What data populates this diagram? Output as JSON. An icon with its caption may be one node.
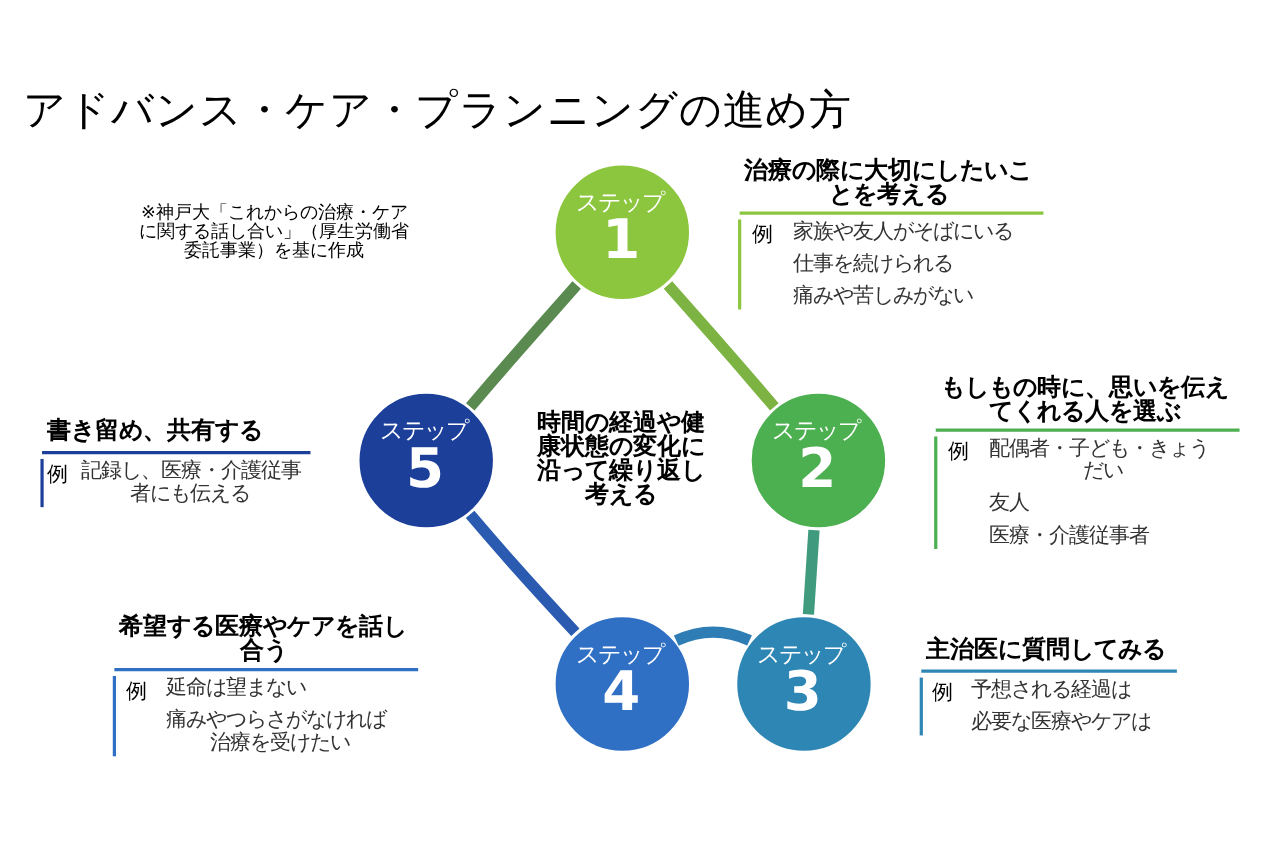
{
  "diagram": {
    "title": "アドバンス・ケア・プランニングの進め方",
    "nodes": [
      {
        "text": [
          "ステップ",
          "1"
        ],
        "beside": [
          "治療の際に大切にしたいことを考える",
          "例",
          "家族や友人がそばにいる",
          "仕事を続けられる",
          "痛みや苦しみがない"
        ]
      },
      {
        "text": [
          "ステップ",
          "2"
        ],
        "beside": [
          "もしもの時に、思いを伝えてくれる人を選ぶ",
          "例",
          "配偶者・子ども・きょうだい",
          "友人",
          "医療・介護従事者"
        ]
      },
      {
        "text": [
          "ステップ",
          "3"
        ],
        "beside": [
          "主治医に質問してみる",
          "例",
          "予想される経過は",
          "必要な医療やケアは"
        ]
      },
      {
        "text": [
          "ステップ",
          "4"
        ],
        "beside": [
          "希望する医療やケアを話し合う",
          "例",
          "延命は望まない",
          "痛みやつらさがなければ治療を受けたい"
        ]
      },
      {
        "text": [
          "ステップ",
          "5"
        ],
        "beside": [
          "書き留め、共有する",
          "例",
          "記録し、医療・介護従事者にも伝える"
        ]
      },
      {
        "text": [
          "時間の経過や健康状態の変化に沿って繰り返し考える"
        ]
      }
    ],
    "edges": [
      {
        "from": 0,
        "to": 1,
        "arrow": "none",
        "color": "#7cb342"
      },
      {
        "from": 1,
        "to": 2,
        "arrow": "none",
        "color": "#3f9a7e"
      },
      {
        "from": 2,
        "to": 3,
        "arrow": "none",
        "color": "#2e7db5"
      },
      {
        "from": 3,
        "to": 4,
        "arrow": "none",
        "color": "#2a5bb0"
      },
      {
        "from": 4,
        "to": 0,
        "arrow": "none",
        "color": "#5a8a50"
      }
    ],
    "labels": [
      "※神戸大「これからの治療・ケアに関する話し合い」（厚生労働省委託事業）を基に作成"
    ]
  }
}
